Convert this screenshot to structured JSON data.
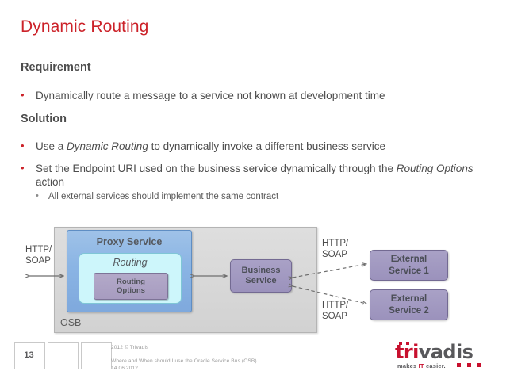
{
  "slide": {
    "title": "Dynamic Routing",
    "page_number": "13",
    "accent_color": "#cc2229",
    "text_color": "#4d4d4d"
  },
  "sections": [
    {
      "heading": "Requirement"
    },
    {
      "heading": "Solution"
    }
  ],
  "bullets": {
    "requirement": [
      {
        "text": "Dynamically route a message to a service not known at development time"
      }
    ],
    "solution_1_pre": "Use a ",
    "solution_1_em": "Dynamic Routing",
    "solution_1_post": " to dynamically invoke a different business service",
    "solution_2_pre": "Set the Endpoint URI used on the business service dynamically through the ",
    "solution_2_em": "Routing Options",
    "solution_2_post": " action",
    "solution_2_sub": "All external services should implement the same contract"
  },
  "diagram": {
    "osb_label": "OSB",
    "proxy_service": "Proxy Service",
    "routing": "Routing",
    "routing_options_line1": "Routing",
    "routing_options_line2": "Options",
    "business_service_line1": "Business",
    "business_service_line2": "Service",
    "external_service_1_line1": "External",
    "external_service_1_line2": "Service 1",
    "external_service_2_line1": "External",
    "external_service_2_line2": "Service 2",
    "protocol_left": "HTTP/\nSOAP",
    "protocol_left_l1": "HTTP/",
    "protocol_left_l2": "SOAP",
    "protocol_right_top_l1": "HTTP/",
    "protocol_right_top_l2": "SOAP",
    "protocol_right_bottom_l1": "HTTP/",
    "protocol_right_bottom_l2": "SOAP",
    "colors": {
      "osb_fill": "#d6d6d6",
      "proxy_fill": "#8ab4e4",
      "routing_fill": "#cdf6fb",
      "service_fill": "#9b92bc"
    }
  },
  "footer": {
    "copyright": "2012 © Trivadis",
    "doc_title": "Where and When should I use the Oracle Service Bus (OSB)",
    "date": "14.06.2012"
  },
  "logo": {
    "name_part1": "tri",
    "name_part2": "vadis",
    "tagline_pre": "makes ",
    "tagline_em": "IT",
    "tagline_post": " easier.",
    "brand_red": "#c8102e",
    "brand_gray": "#58585b"
  }
}
